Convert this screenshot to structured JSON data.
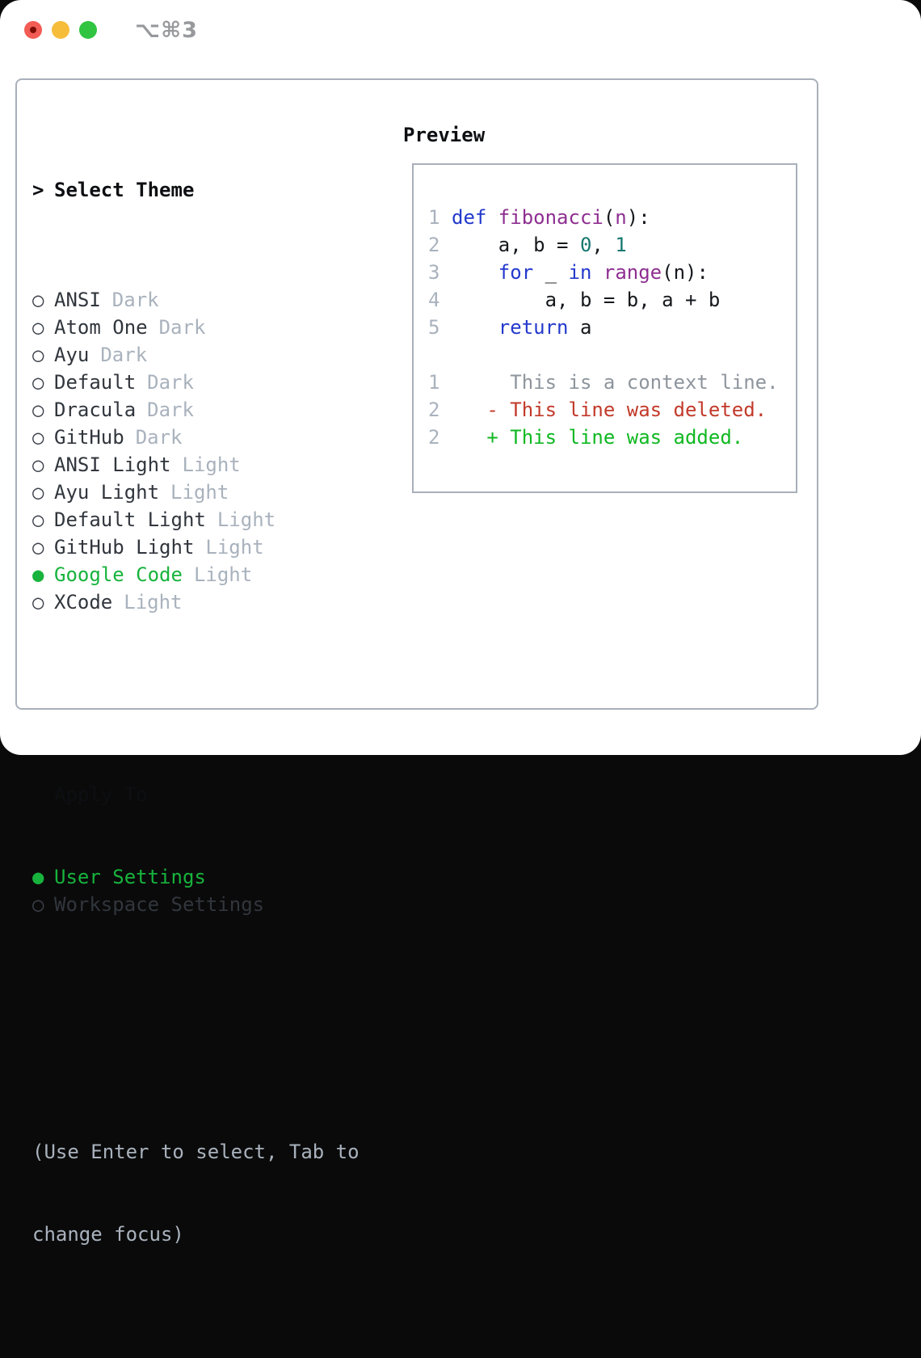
{
  "window": {
    "title": "⌥⌘3"
  },
  "icons": {
    "radio_unselected": "○",
    "radio_selected": "●",
    "prompt": ">"
  },
  "colors": {
    "accent-green": "#17b33c",
    "muted": "#a9b2bd",
    "code-kw": "#2339cc",
    "code-fn": "#8e2f91",
    "code-num": "#16776f",
    "diff-del": "#c23a2a",
    "diff-add": "#10b822",
    "diff-ctx": "#8e959d",
    "border": "#a9b0bb",
    "tl-red": "#f25c54",
    "tl-yellow": "#f6bd3a",
    "tl-green": "#30c441"
  },
  "theme_panel": {
    "header": {
      "prompt": ">",
      "label": "Select Theme"
    },
    "items": [
      {
        "name": "ANSI",
        "variant": "Dark",
        "selected": false
      },
      {
        "name": "Atom One",
        "variant": "Dark",
        "selected": false
      },
      {
        "name": "Ayu",
        "variant": "Dark",
        "selected": false
      },
      {
        "name": "Default",
        "variant": "Dark",
        "selected": false
      },
      {
        "name": "Dracula",
        "variant": "Dark",
        "selected": false
      },
      {
        "name": "GitHub",
        "variant": "Dark",
        "selected": false
      },
      {
        "name": "ANSI Light",
        "variant": "Light",
        "selected": false
      },
      {
        "name": "Ayu Light",
        "variant": "Light",
        "selected": false
      },
      {
        "name": "Default Light",
        "variant": "Light",
        "selected": false
      },
      {
        "name": "GitHub Light",
        "variant": "Light",
        "selected": false
      },
      {
        "name": "Google Code",
        "variant": "Light",
        "selected": true
      },
      {
        "name": "XCode",
        "variant": "Light",
        "selected": false
      }
    ],
    "apply_to": {
      "label": "Apply To",
      "options": [
        {
          "name": "User Settings",
          "selected": true
        },
        {
          "name": "Workspace Settings",
          "selected": false
        }
      ]
    },
    "hint_line1": "(Use Enter to select, Tab to",
    "hint_line2": "change focus)"
  },
  "preview": {
    "label": "Preview",
    "code_lines": [
      {
        "num": "1",
        "tokens": [
          {
            "t": "def ",
            "c": "kw"
          },
          {
            "t": "fibonacci",
            "c": "fn"
          },
          {
            "t": "(",
            "c": "pl"
          },
          {
            "t": "n",
            "c": "fn"
          },
          {
            "t": "):",
            "c": "pl"
          }
        ]
      },
      {
        "num": "2",
        "tokens": [
          {
            "t": "    a, b = ",
            "c": "pl"
          },
          {
            "t": "0",
            "c": "num"
          },
          {
            "t": ", ",
            "c": "pl"
          },
          {
            "t": "1",
            "c": "num"
          }
        ]
      },
      {
        "num": "3",
        "tokens": [
          {
            "t": "    ",
            "c": "pl"
          },
          {
            "t": "for",
            "c": "kw"
          },
          {
            "t": " _ ",
            "c": "pl"
          },
          {
            "t": "in",
            "c": "kw"
          },
          {
            "t": " ",
            "c": "pl"
          },
          {
            "t": "range",
            "c": "fn"
          },
          {
            "t": "(n):",
            "c": "pl"
          }
        ]
      },
      {
        "num": "4",
        "tokens": [
          {
            "t": "        a, b = b, a + b",
            "c": "pl"
          }
        ]
      },
      {
        "num": "5",
        "tokens": [
          {
            "t": "    ",
            "c": "pl"
          },
          {
            "t": "return",
            "c": "kw"
          },
          {
            "t": " a",
            "c": "pl"
          }
        ]
      }
    ],
    "diff_lines": [
      {
        "num": "1",
        "tokens": [
          {
            "t": "     This is a context line.",
            "c": "ctx"
          }
        ]
      },
      {
        "num": "2",
        "tokens": [
          {
            "t": "   - This line was deleted.",
            "c": "del"
          }
        ]
      },
      {
        "num": "2",
        "tokens": [
          {
            "t": "   + This line was added.",
            "c": "add"
          }
        ]
      }
    ]
  }
}
